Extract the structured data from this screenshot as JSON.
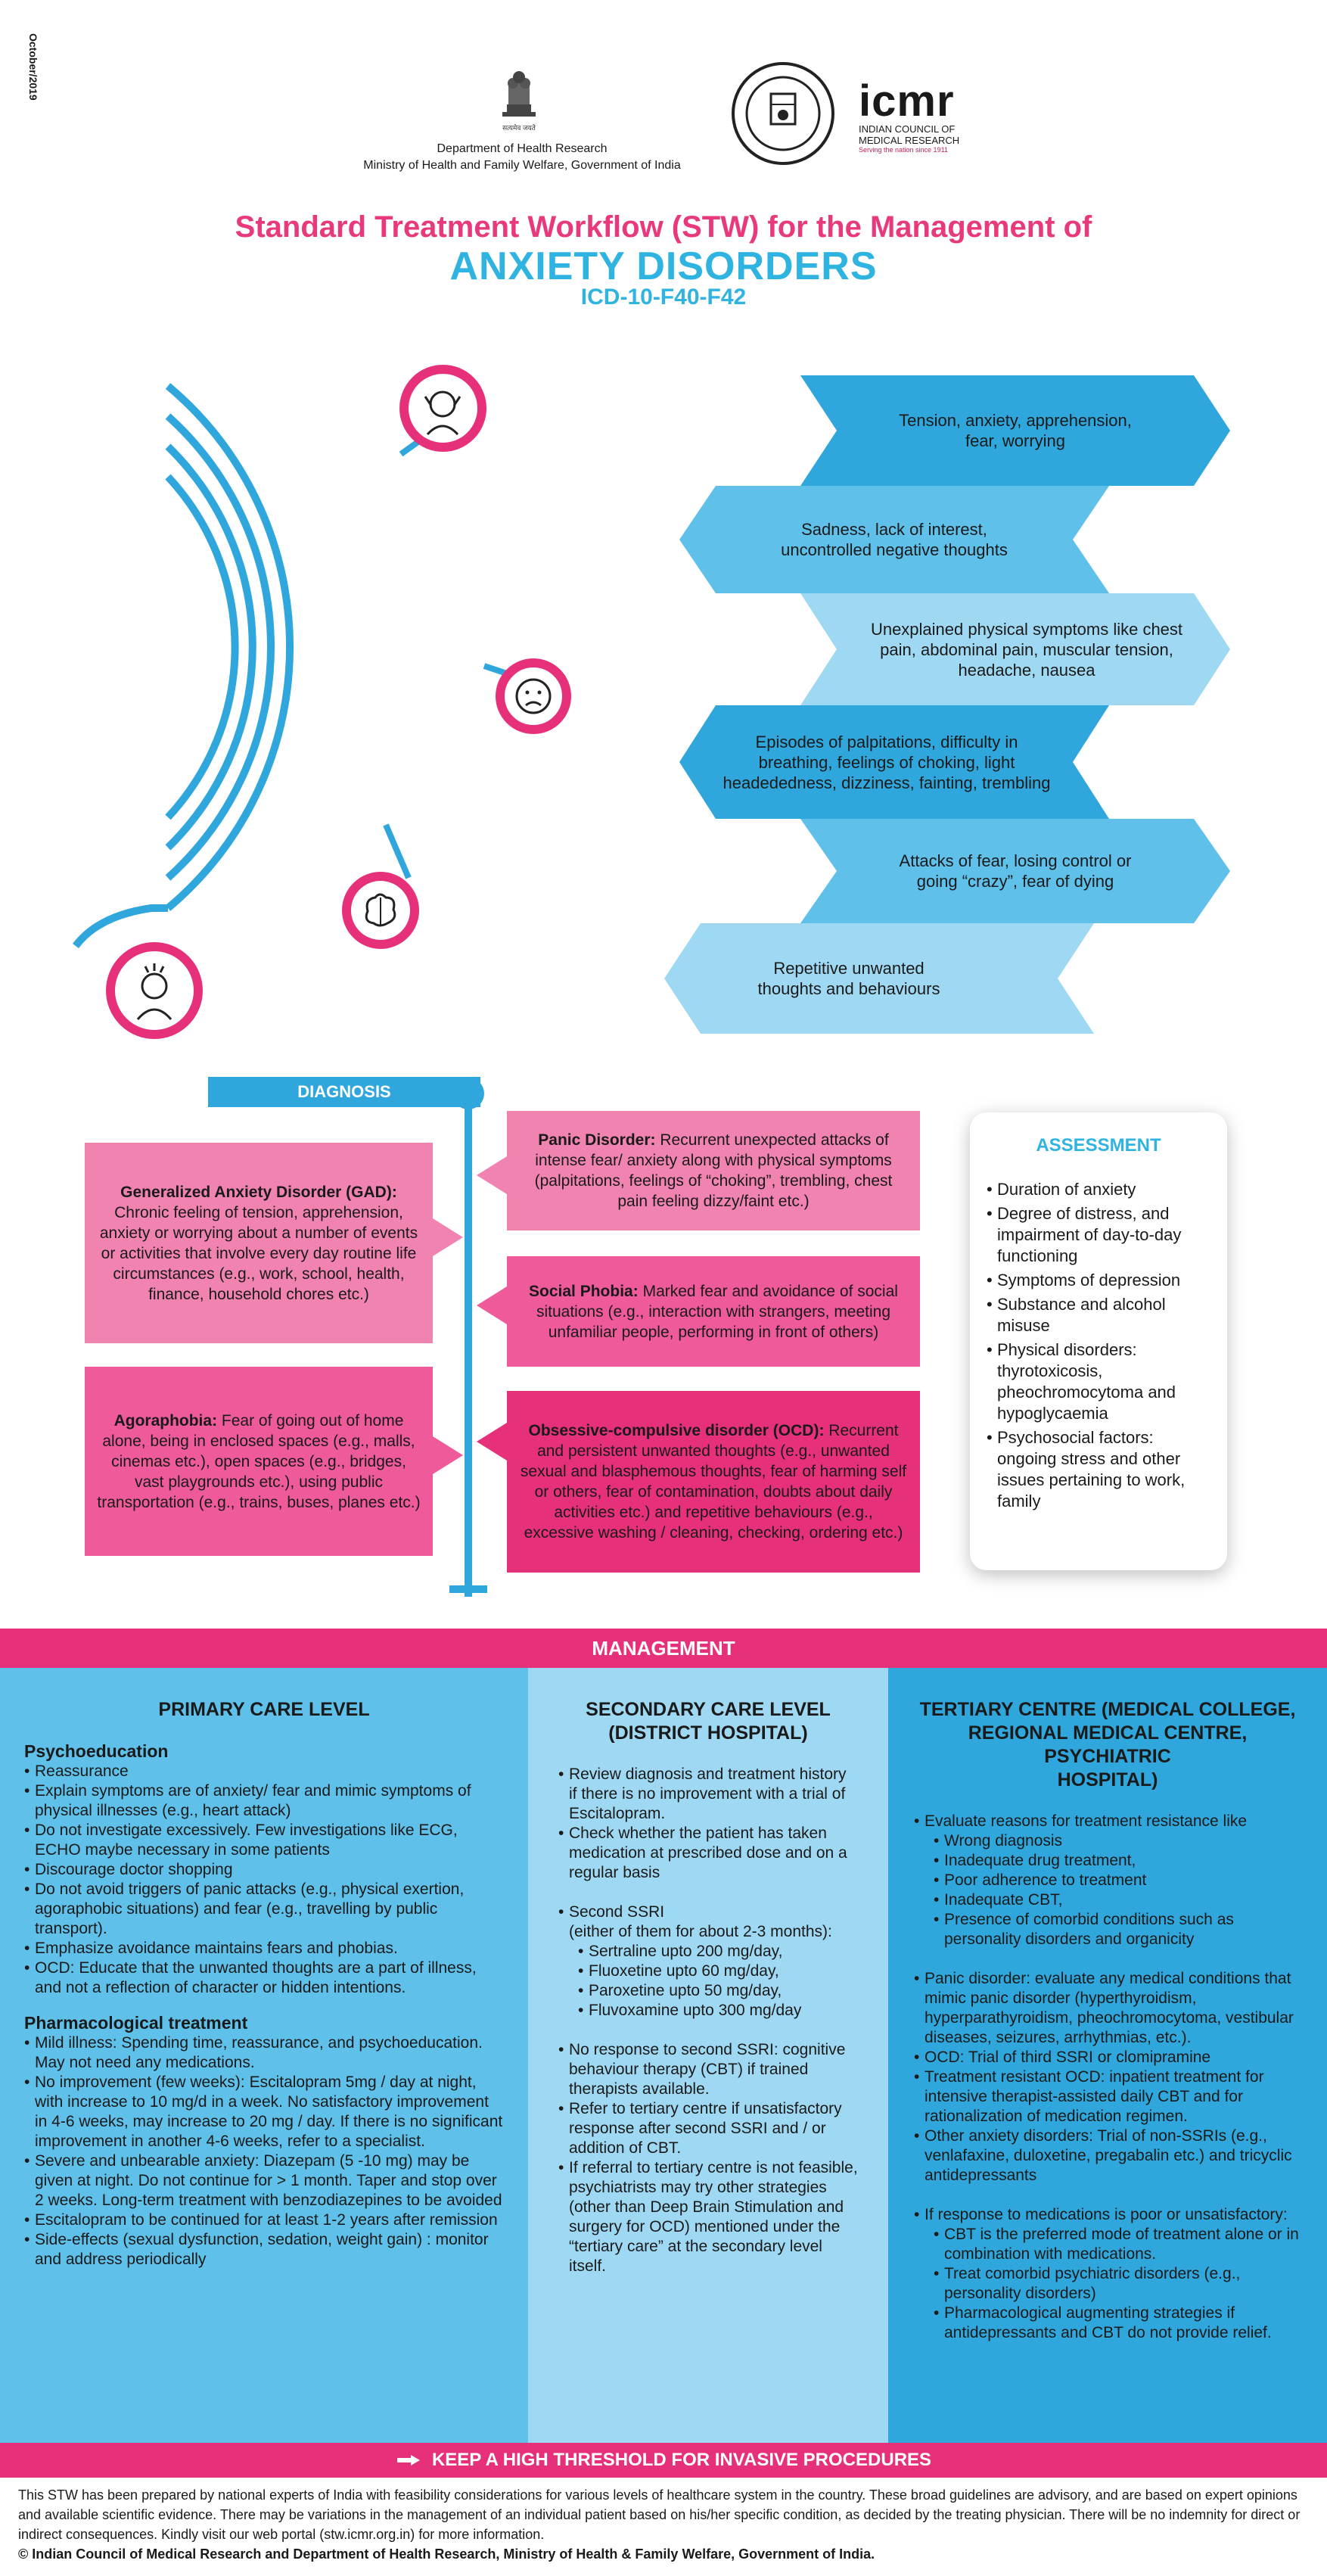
{
  "header": {
    "date": "October/2019",
    "emblem_caption": "सत्यमेव जयते",
    "dept": "Department of Health Research",
    "ministry": "Ministry of Health and Family Welfare, Government of India",
    "icmr_abbr": "icmr",
    "icmr_name1": "INDIAN COUNCIL OF",
    "icmr_name2": "MEDICAL RESEARCH",
    "icmr_tagline": "Serving the nation since 1911"
  },
  "title": {
    "line1": "Standard Treatment Workflow (STW) for the Management of",
    "line2": "ANXIETY DISORDERS",
    "line3": "ICD-10-F40-F42"
  },
  "symptoms": [
    "Tension, anxiety, apprehension, fear, worrying",
    "Sadness, lack of interest, uncontrolled negative thoughts",
    "Unexplained physical symptoms like chest pain, abdominal pain, muscular tension, headache, nausea",
    "Episodes of palpitations, difficulty in breathing, feelings of choking, light headededness, dizziness, fainting, trembling",
    "Attacks of fear, losing control or going “crazy”, fear of dying",
    "Repetitive unwanted thoughts and behaviours"
  ],
  "colors": {
    "pink": "#e6307a",
    "pink_light": "#f183b0",
    "pink_mid": "#ee5a9a",
    "blue": "#2fa7dc",
    "blue_light": "#9fd8f2",
    "blue_mid": "#5fc0ea"
  },
  "diagnosis": {
    "title": "DIAGNOSIS",
    "gad_title": "Generalized Anxiety Disorder (GAD):",
    "gad_text": "Chronic feeling of tension, apprehension, anxiety or worrying about a number of events or activities that involve every day routine life circumstances (e.g., work, school, health, finance, household chores etc.)",
    "agora_title": "Agoraphobia:",
    "agora_text": "Fear of going out of home alone, being in enclosed spaces (e.g., malls, cinemas etc.), open spaces (e.g., bridges, vast playgrounds etc.), using public transportation (e.g., trains, buses, planes etc.)",
    "panic_title": "Panic Disorder:",
    "panic_text": "Recurrent unexpected attacks of intense fear/ anxiety along with physical symptoms (palpitations, feelings of “choking”, trembling, chest pain feeling dizzy/faint etc.)",
    "social_title": "Social Phobia:",
    "social_text": "Marked fear and avoidance of social situations (e.g., interaction with strangers, meeting unfamiliar people, performing in front of others)",
    "ocd_title": "Obsessive-compulsive disorder (OCD):",
    "ocd_text": "Recurrent and persistent unwanted thoughts (e.g., unwanted sexual and blasphemous thoughts, fear of harming self or others, fear of contamination, doubts about daily activities etc.) and repetitive behaviours (e.g., excessive washing / cleaning, checking, ordering etc.)"
  },
  "assessment": {
    "title": "ASSESSMENT",
    "items": [
      "Duration of anxiety",
      "Degree of distress, and impairment of day-to-day functioning",
      "Symptoms of depression",
      "Substance and alcohol misuse",
      "Physical disorders: thyrotoxicosis, pheochromocytoma and hypoglycaemia",
      "Psychosocial factors: ongoing stress and other issues pertaining to work, family"
    ]
  },
  "management": {
    "title": "MANAGEMENT",
    "primary": {
      "title": "PRIMARY CARE LEVEL",
      "psycho_title": "Psychoeducation",
      "psycho": [
        "Reassurance",
        "Explain symptoms are of anxiety/ fear and mimic symptoms of physical illnesses (e.g., heart attack)",
        "Do not investigate excessively. Few investigations like ECG, ECHO maybe necessary in some patients",
        "Discourage doctor shopping",
        "Do not avoid triggers of panic attacks (e.g., physical exertion, agoraphobic situations) and fear (e.g., travelling by public transport).",
        "Emphasize avoidance maintains fears and phobias.",
        "OCD: Educate that the unwanted thoughts are a part of illness, and not a reflection of character or hidden intentions."
      ],
      "pharma_title": "Pharmacological treatment",
      "pharma": [
        "Mild illness: Spending time, reassurance, and psychoeducation. May not need any medications.",
        "No improvement (few weeks): Escitalopram 5mg / day at night, with increase to 10 mg/d in a week. No satisfactory improvement in 4-6 weeks, may increase to 20 mg / day. If there is no significant improvement in another 4-6 weeks, refer to a specialist.",
        "Severe and unbearable anxiety: Diazepam (5 -10 mg) may be given at night. Do not continue for > 1 month. Taper and stop over 2 weeks. Long-term treatment with benzodiazepines to be avoided",
        "Escitalopram to be continued for at least 1-2 years after remission",
        "Side-effects (sexual dysfunction, sedation, weight gain) : monitor and address periodically"
      ]
    },
    "secondary": {
      "title1": "SECONDARY CARE LEVEL",
      "title2": "(DISTRICT HOSPITAL)",
      "a": [
        "Review diagnosis and treatment history if there is no improvement with a trial of Escitalopram.",
        "Check whether the patient has taken medication at prescribed dose and on a regular basis"
      ],
      "ssri_title": "Second SSRI",
      "ssri_note": "(either of them for about 2-3 months):",
      "ssri": [
        "Sertraline upto 200 mg/day,",
        "Fluoxetine upto 60 mg/day,",
        "Paroxetine upto 50 mg/day,",
        "Fluvoxamine upto 300 mg/day"
      ],
      "b": [
        "No response to second SSRI: cognitive behaviour therapy (CBT) if trained therapists available.",
        "Refer to tertiary centre if unsatisfactory response after second SSRI and / or addition of CBT.",
        "If referral to tertiary centre is not feasible, psychiatrists may try other strategies (other than Deep Brain Stimulation and surgery for OCD) mentioned under the “tertiary care” at the secondary level itself."
      ]
    },
    "tertiary": {
      "title1": "TERTIARY CENTRE (MEDICAL COLLEGE,",
      "title2": "REGIONAL MEDICAL CENTRE, PSYCHIATRIC",
      "title3": "HOSPITAL)",
      "eval": "Evaluate reasons for treatment resistance like",
      "eval_sub": [
        "Wrong diagnosis",
        "Inadequate drug treatment,",
        "Poor adherence to treatment",
        "Inadequate CBT,",
        "Presence of comorbid conditions such as personality disorders and organicity"
      ],
      "panic": "Panic disorder: evaluate any medical conditions that mimic panic disorder (hyperthyroidism, hyperparathyroidism, pheochromocytoma, vestibular diseases, seizures, arrhythmias, etc.).",
      "ocd": "OCD: Trial of third SSRI or clomipramine",
      "resist": "Treatment resistant OCD: inpatient treatment for intensive therapist-assisted daily CBT and for rationalization of medication regimen.",
      "other": "Other anxiety disorders: Trial of non-SSRIs (e.g., venlafaxine, duloxetine, pregabalin etc.) and tricyclic antidepressants",
      "poor": "If response to medications is poor or unsatisfactory:",
      "poor_sub": [
        "CBT is the preferred mode of treatment alone or in combination with medications.",
        "Treat comorbid psychiatric disorders (e.g., personality disorders)",
        "Pharmacological augmenting strategies if antidepressants and CBT do not provide relief."
      ]
    }
  },
  "threshold": "KEEP A HIGH THRESHOLD FOR INVASIVE PROCEDURES",
  "disclaimer": "This STW has been prepared by national experts of India with feasibility considerations for various levels of healthcare system in the country. These broad guidelines are advisory, and are based on expert opinions and available scientific evidence. There may be variations in the management of an individual patient based on his/her specific condition, as decided by the treating physician. There will be no indemnity for direct or indirect consequences. Kindly visit our web portal (stw.icmr.org.in) for more information.",
  "copyright": "© Indian Council of Medical Research and Department of Health Research, Ministry of Health & Family Welfare, Government of India."
}
